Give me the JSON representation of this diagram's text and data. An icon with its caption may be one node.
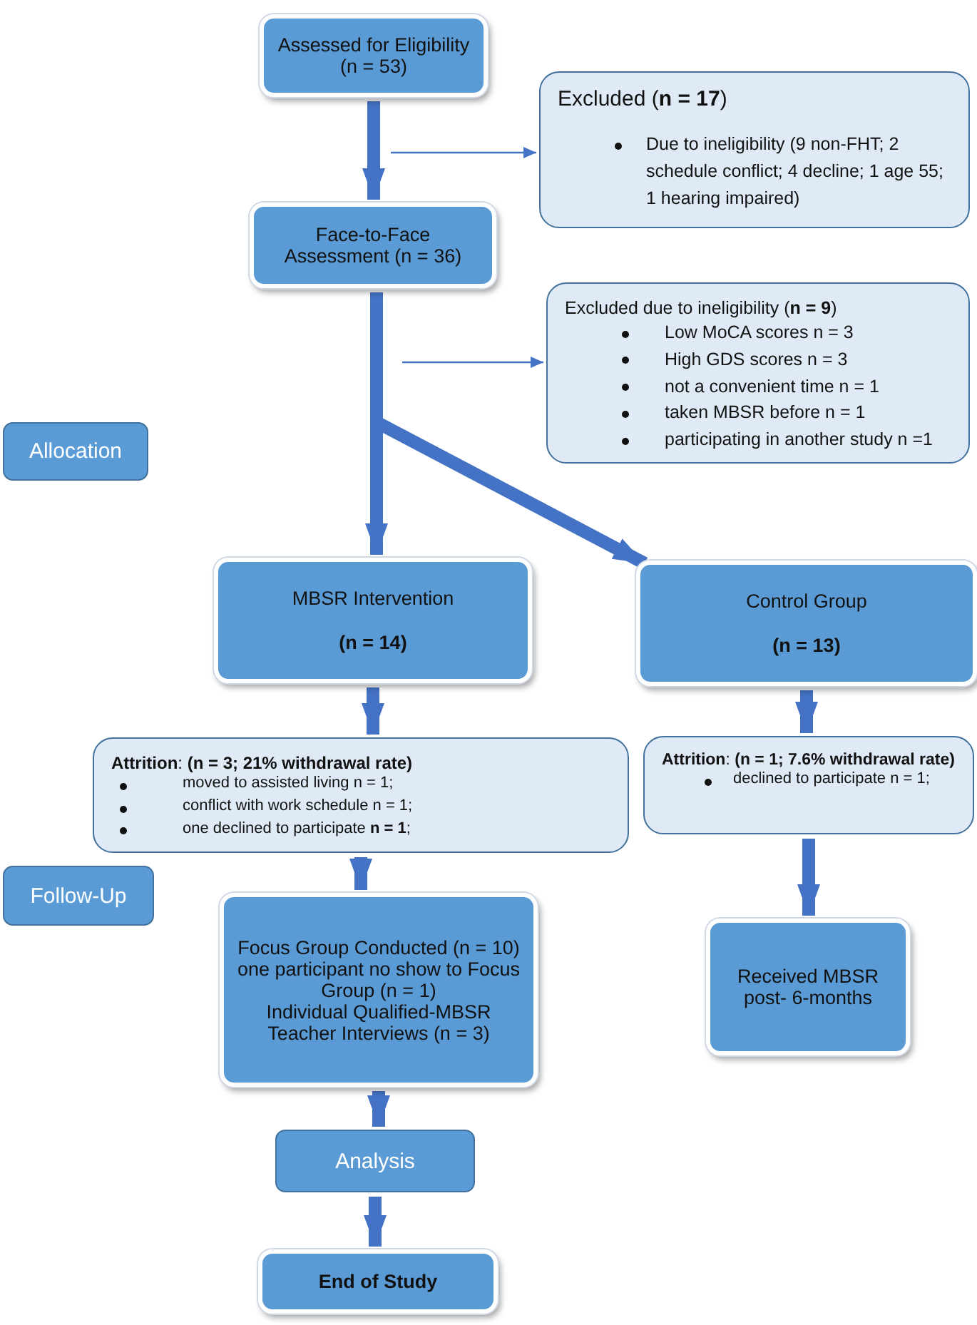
{
  "diagram": {
    "nodes": [
      {
        "text": [
          "Assessed for Eligibility (n = 53)"
        ]
      },
      {
        "text": [
          "Excluded (**n = 17**)",
          "Due to ineligibility (9 non-FHT; 2 schedule conflict; 4 decline; 1 age 55; 1 hearing impaired)"
        ]
      },
      {
        "text": [
          "Face-to-Face Assessment (n = 36)"
        ]
      },
      {
        "text": [
          "Excluded due to ineligibility (**n = 9**)",
          "Low MoCA scores n = 3",
          "High GDS scores n = 3",
          "not a convenient time n = 1",
          "taken MBSR before n = 1",
          "participating in another study n =1"
        ]
      },
      {
        "text": [
          "Allocation"
        ]
      },
      {
        "text": [
          "MBSR Intervention",
          "(n = 14)"
        ]
      },
      {
        "text": [
          "Control Group",
          "(n = 13)"
        ]
      },
      {
        "text": [
          "**Attrition**: **(n = 3; 21% withdrawal rate)**",
          "moved to assisted living n = 1;",
          "conflict with work schedule n = 1;",
          "one declined to participate **n = 1**;"
        ]
      },
      {
        "text": [
          "**Attrition**: **(n = 1; 7.6% withdrawal rate)**",
          "declined to participate n = 1;"
        ]
      },
      {
        "text": [
          "Follow-Up"
        ]
      },
      {
        "text": [
          "Focus Group Conducted (n = 10) one participant no show to Focus Group (n = 1)",
          "Individual Qualified-MBSR Teacher Interviews (n = 3)"
        ]
      },
      {
        "text": [
          "Received MBSR post- 6-months"
        ]
      },
      {
        "text": [
          "Analysis"
        ]
      },
      {
        "text": [
          "End of Study"
        ]
      }
    ],
    "edges": [
      {
        "from": 0,
        "to": 2,
        "arrow": "to"
      },
      {
        "from": null,
        "to": 1,
        "arrow": "to"
      },
      {
        "from": null,
        "to": 3,
        "arrow": "to"
      },
      {
        "from": 2,
        "to": 5,
        "arrow": "to"
      },
      {
        "from": 2,
        "to": 6,
        "arrow": "to"
      },
      {
        "from": 5,
        "to": 7,
        "arrow": "to"
      },
      {
        "from": 6,
        "to": 8,
        "arrow": "to"
      },
      {
        "from": 7,
        "to": 10,
        "arrow": "to"
      },
      {
        "from": 8,
        "to": 11,
        "arrow": "to"
      },
      {
        "from": 10,
        "to": 12,
        "arrow": "to"
      },
      {
        "from": 12,
        "to": 13,
        "arrow": "to"
      }
    ]
  }
}
